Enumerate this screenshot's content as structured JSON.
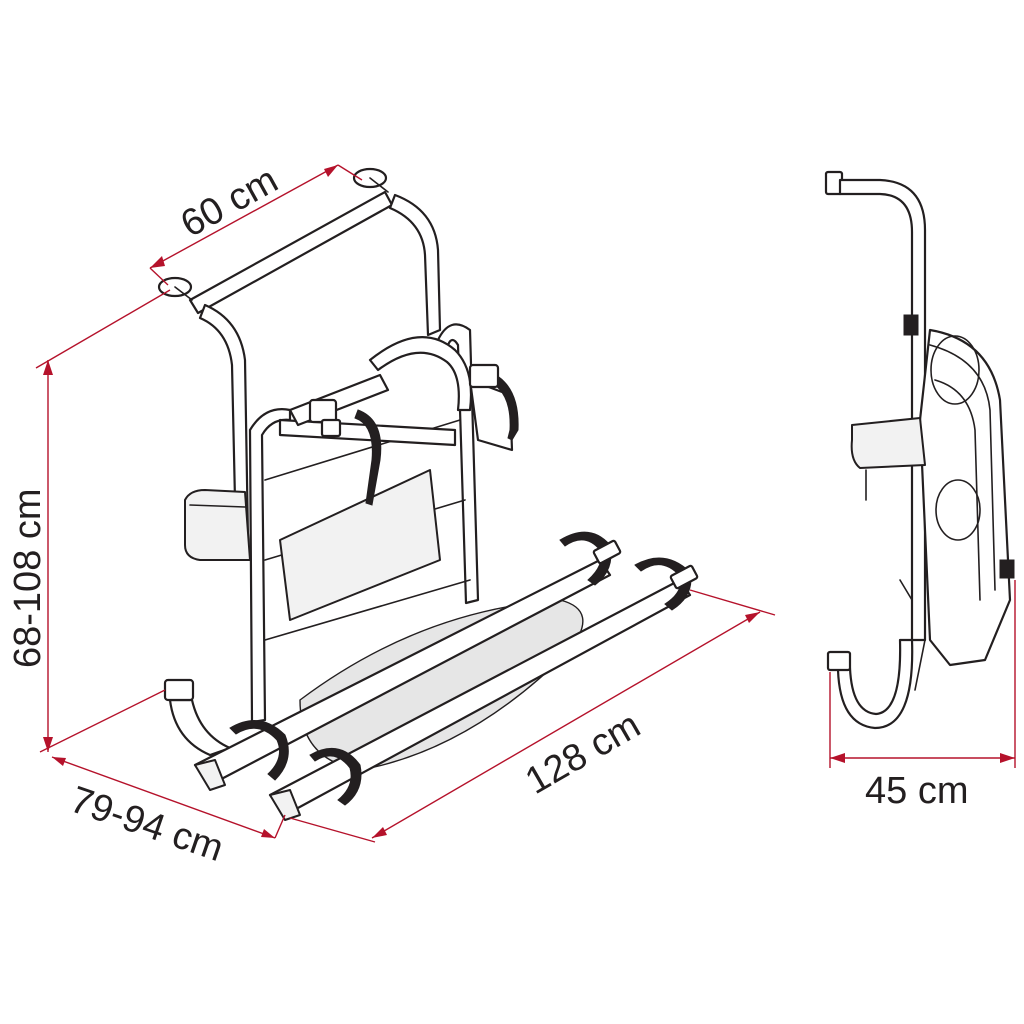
{
  "dimensions": {
    "width_top": "60 cm",
    "height": "68-108 cm",
    "depth": "79-94 cm",
    "length": "128 cm",
    "side_depth": "45 cm"
  },
  "colors": {
    "dimension_line": "#b5122b",
    "outline": "#231f20",
    "background": "#ffffff"
  }
}
